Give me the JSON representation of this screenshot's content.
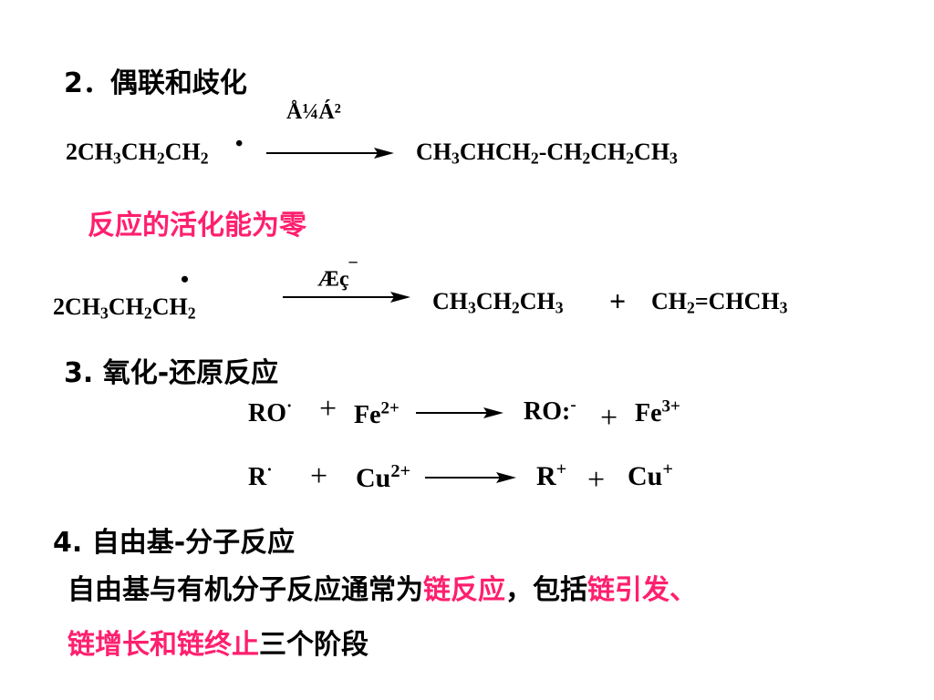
{
  "slide": {
    "section2": {
      "heading": "2．偶联和歧化",
      "eq1": {
        "condition": "Å¼Á²",
        "reactant_coef": "2",
        "reactant_parts": [
          "CH",
          "3",
          "CH",
          "2",
          "CH",
          "2"
        ],
        "radical_dot": "•",
        "product_parts": [
          "CH",
          "3",
          "CHCH",
          "2",
          "-CH",
          "2",
          "CH",
          "2",
          "CH",
          "3"
        ]
      },
      "note": "反应的活化能为零",
      "eq2": {
        "condition": "Æç",
        "condition_mark": "¯",
        "reactant_coef": "2",
        "reactant_parts": [
          "CH",
          "3",
          "CH",
          "2",
          "CH",
          "2"
        ],
        "radical_dot": "•",
        "product1_parts": [
          "CH",
          "3",
          "CH",
          "2",
          "CH",
          "3"
        ],
        "plus": "+",
        "product2_parts": [
          "CH",
          "2",
          "=CHCH",
          "3"
        ]
      }
    },
    "section3": {
      "heading": "3.  氧化-还原反应",
      "eq1": {
        "reactant1": "RO",
        "reactant1_dot": "·",
        "plus1": "+",
        "reactant2": "Fe",
        "reactant2_charge": "2+",
        "product1": "RO:",
        "product1_charge": "-",
        "plus2": "+",
        "product2": "Fe",
        "product2_charge": "3+"
      },
      "eq2": {
        "reactant1": "R",
        "reactant1_dot": "·",
        "plus1": "+",
        "reactant2": "Cu",
        "reactant2_charge": "2+",
        "product1": "R",
        "product1_charge": "+",
        "plus2": "+",
        "product2": "Cu",
        "product2_charge": "+"
      }
    },
    "section4": {
      "heading": "4.  自由基-分子反应",
      "line1": {
        "text1": "自由基与有机分子反应通常为",
        "highlight1": "链反应",
        "text2": "，包括",
        "highlight2": "链引发、"
      },
      "line2": {
        "highlight": "链增长和链终止",
        "text": "三个阶段"
      }
    },
    "colors": {
      "text": "#000000",
      "highlight": "#ff1f6e",
      "background": "#ffffff"
    }
  }
}
